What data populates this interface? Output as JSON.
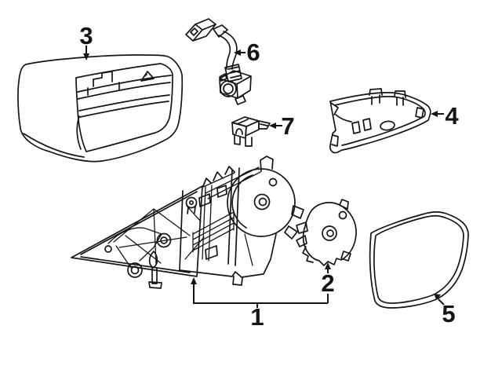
{
  "diagram": {
    "background_color": "#ffffff",
    "line_color": "#151515",
    "callouts": [
      {
        "number": "1"
      },
      {
        "number": "2"
      },
      {
        "number": "3"
      },
      {
        "number": "4"
      },
      {
        "number": "5"
      },
      {
        "number": "6"
      },
      {
        "number": "7"
      }
    ]
  }
}
